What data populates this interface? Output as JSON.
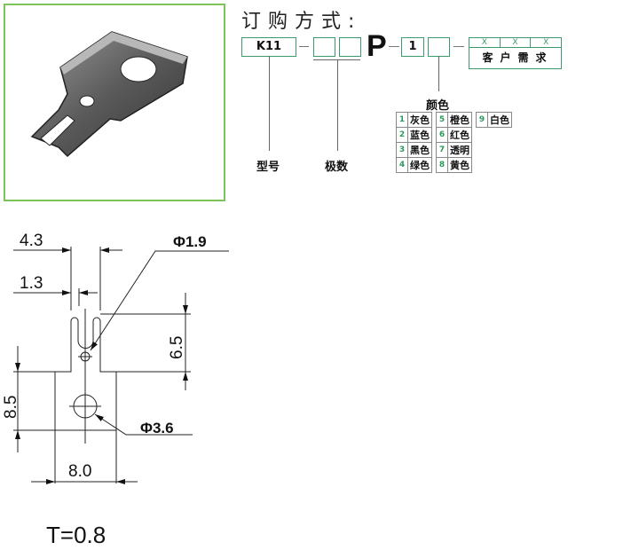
{
  "order": {
    "title": "订购方式:",
    "model_code": "K11",
    "p_letter": "P",
    "color_code": "1",
    "customer_marks": [
      "X",
      "X",
      "X"
    ],
    "customer_label": "客户需求",
    "model_label": "型号",
    "poles_label": "极数",
    "color_label": "颜色"
  },
  "colors": [
    {
      "num": "1",
      "name": "灰色"
    },
    {
      "num": "2",
      "name": "蓝色"
    },
    {
      "num": "3",
      "name": "黑色"
    },
    {
      "num": "4",
      "name": "绿色"
    },
    {
      "num": "5",
      "name": "橙色"
    },
    {
      "num": "6",
      "name": "红色"
    },
    {
      "num": "7",
      "name": "透明"
    },
    {
      "num": "8",
      "name": "黄色"
    },
    {
      "num": "9",
      "name": "白色"
    }
  ],
  "drawing": {
    "dim_width_top": "4.3",
    "dim_slot": "1.3",
    "dim_small_hole": "Φ1.9",
    "dim_slot_depth": "6.5",
    "dim_body_height": "8.5",
    "dim_big_hole": "Φ3.6",
    "dim_body_width": "8.0",
    "thickness": "T=0.8"
  },
  "colors_theme": {
    "frame_green": "#7cc35a",
    "box_green": "#3a9a6a"
  }
}
